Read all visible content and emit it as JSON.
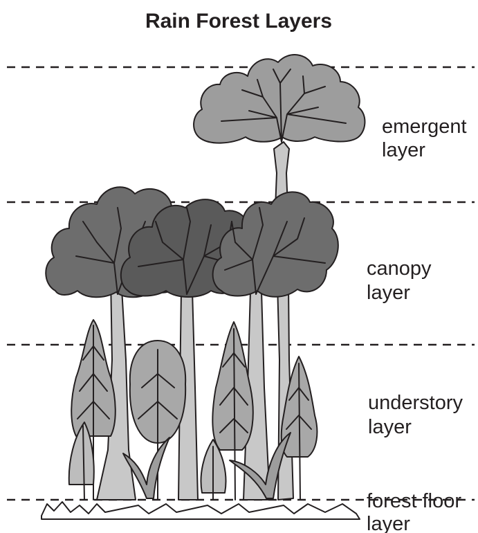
{
  "title": "Rain Forest Layers",
  "layers": [
    {
      "line1": "emergent",
      "line2": "layer"
    },
    {
      "line1": "canopy",
      "line2": "layer"
    },
    {
      "line1": "understory",
      "line2": "layer"
    },
    {
      "line1": "forest floor",
      "line2": "layer"
    }
  ],
  "colors": {
    "ink": "#231f20",
    "emergent_crown": "#9d9d9d",
    "canopy_crown": "#6d6d6d",
    "canopy_crown_dark": "#5a5a5a",
    "trunk": "#c8c8c8",
    "understory_leaf": "#a8a8a8",
    "understory_leaf_light": "#bdbdbd",
    "ground": "#ffffff"
  }
}
